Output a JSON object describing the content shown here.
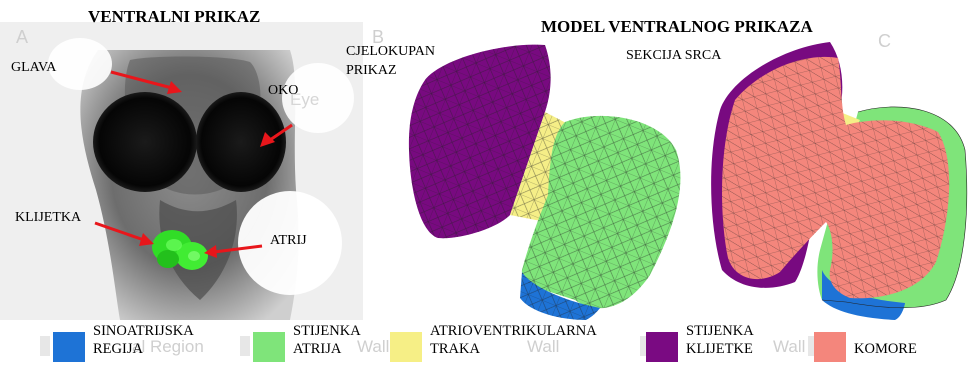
{
  "headings": {
    "left": "VENTRALNI PRIKAZ",
    "right": "MODEL VENTRALNOG PRIKAZA"
  },
  "ghost_text": {
    "panel_a": "A",
    "panel_b": "B",
    "panel_c": "C",
    "eye": "Eye",
    "region": "al Region",
    "wall_1": "Wall",
    "wall_2": "Wall",
    "wall_3": "Wall"
  },
  "photo_labels": {
    "head": "GLAVA",
    "eye": "OKO",
    "ventricle": "KLIJETKA",
    "atrium": "ATRIJ"
  },
  "model_labels": {
    "whole_view": [
      "CJELOKUPAN",
      "PRIKAZ"
    ],
    "heart_section": "SEKCIJA SRCA"
  },
  "legend": [
    {
      "lines": [
        "SINOATRIJSKA",
        "REGIJA"
      ],
      "color": "#1e73d6"
    },
    {
      "lines": [
        "STIJENKA",
        "ATRIJA"
      ],
      "color": "#7fe47a"
    },
    {
      "lines": [
        "ATRIOVENTRIKULARNA",
        "TRAKA"
      ],
      "color": "#f6ef86"
    },
    {
      "lines": [
        "STIJENKA",
        "KLIJETKE"
      ],
      "color": "#7a0a82"
    },
    {
      "lines": [
        "KOMORE"
      ],
      "color": "#f4867c"
    }
  ],
  "colors": {
    "arrow": "#e8161b",
    "heart_fluorescence": "#33e02a",
    "mesh_line": "#1a1a1a"
  }
}
